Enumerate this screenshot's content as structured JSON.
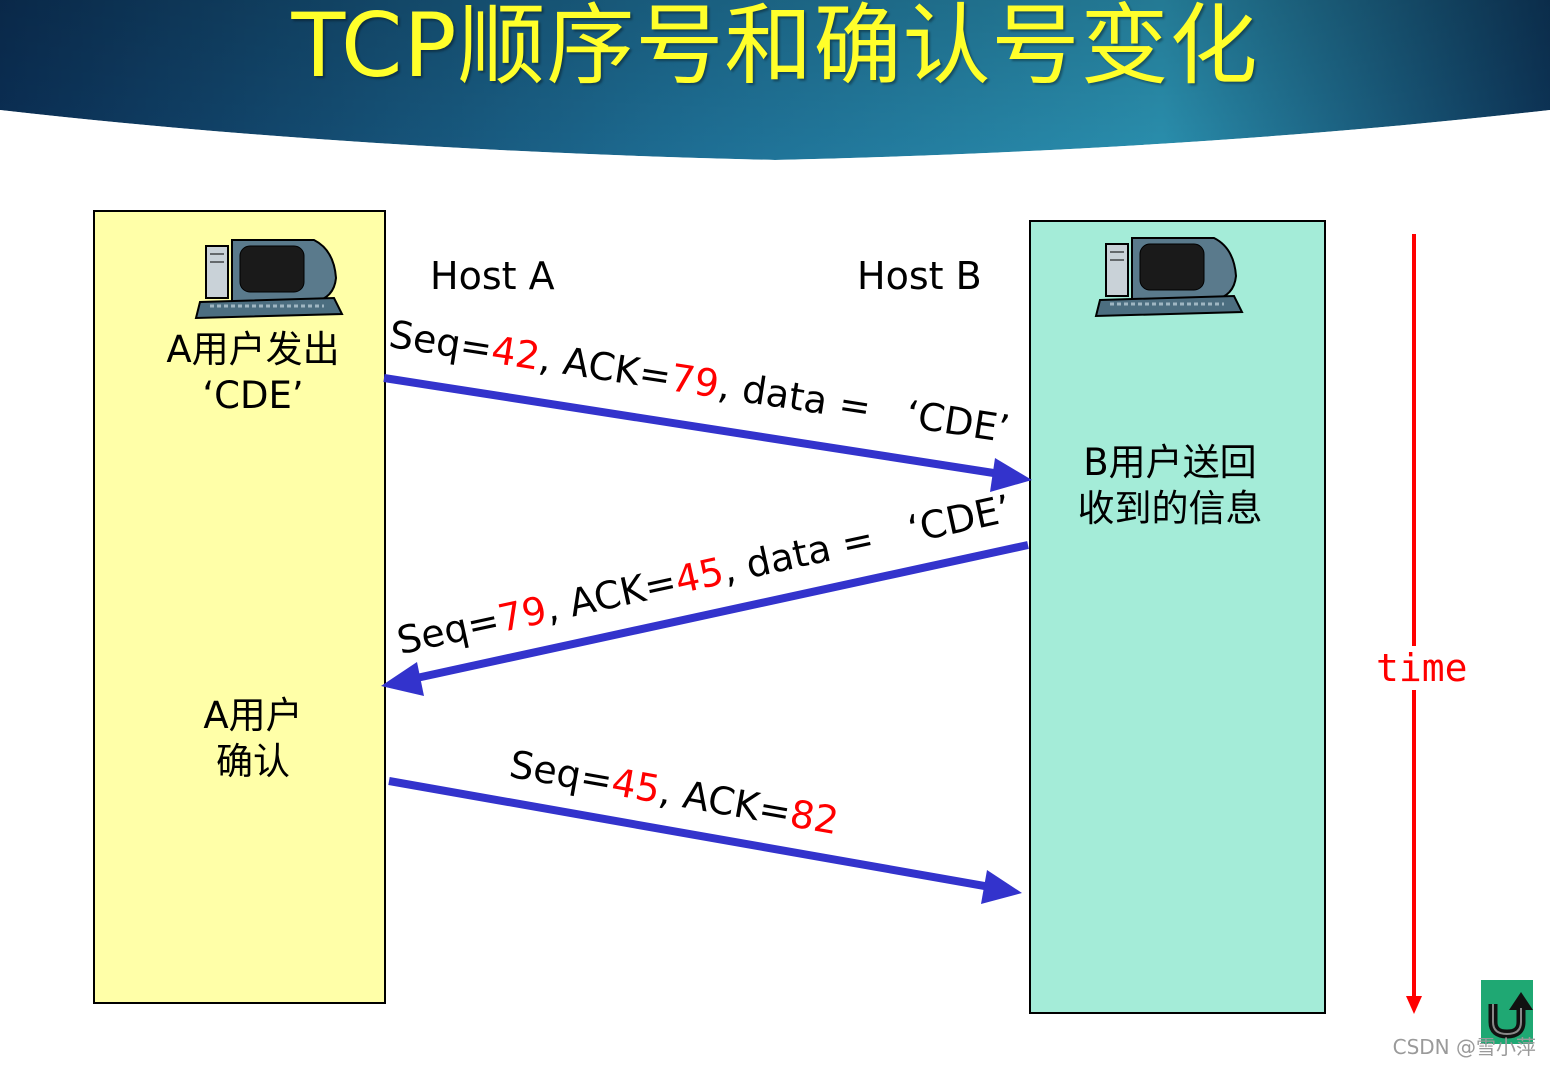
{
  "title": "TCP顺序号和确认号变化",
  "host_a": {
    "name": "Host A",
    "sends_line1": "A用户发出",
    "sends_line2": "‘CDE’",
    "ack_line1": "A用户",
    "ack_line2": "确认"
  },
  "host_b": {
    "name": "Host B",
    "line1": "B用户送回",
    "line2": "收到的信息"
  },
  "messages": [
    {
      "seq_label": "Seq=",
      "seq": "42",
      "ack_label": ", ACK=",
      "ack": "79",
      "data_label": ", data = ",
      "data": "‘CDE’"
    },
    {
      "seq_label": "Seq=",
      "seq": "79",
      "ack_label": ", ACK=",
      "ack": "45",
      "data_label": ", data = ",
      "data": "‘CDE’"
    },
    {
      "seq_label": "Seq=",
      "seq": "45",
      "ack_label": ", ACK=",
      "ack": "82"
    }
  ],
  "time_label": "time",
  "watermark": "CSDN @雪小萍",
  "colors": {
    "arrow": "#3333cc",
    "highlight": "#ff0000",
    "title": "#ffff2a",
    "host_a_box": "#ffffa8",
    "host_b_box": "#a4ecd8"
  },
  "icons": [
    "computer-icon",
    "return-icon"
  ]
}
